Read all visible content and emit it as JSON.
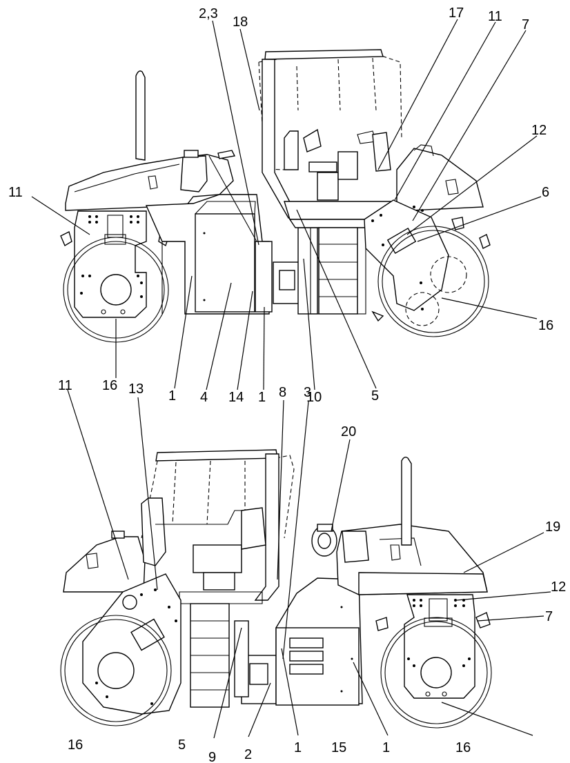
{
  "diagram": {
    "views": [
      {
        "name": "upper-side-view",
        "labels": [
          "2,3",
          "18",
          "17",
          "11",
          "7",
          "12",
          "11",
          "6",
          "16",
          "16",
          "1",
          "4",
          "14",
          "1",
          "10",
          "5"
        ]
      },
      {
        "name": "lower-side-view",
        "labels": [
          "11",
          "13",
          "8",
          "3",
          "20",
          "19",
          "12",
          "7",
          "16",
          "5",
          "9",
          "2",
          "1",
          "15",
          "1",
          "16"
        ]
      }
    ]
  }
}
